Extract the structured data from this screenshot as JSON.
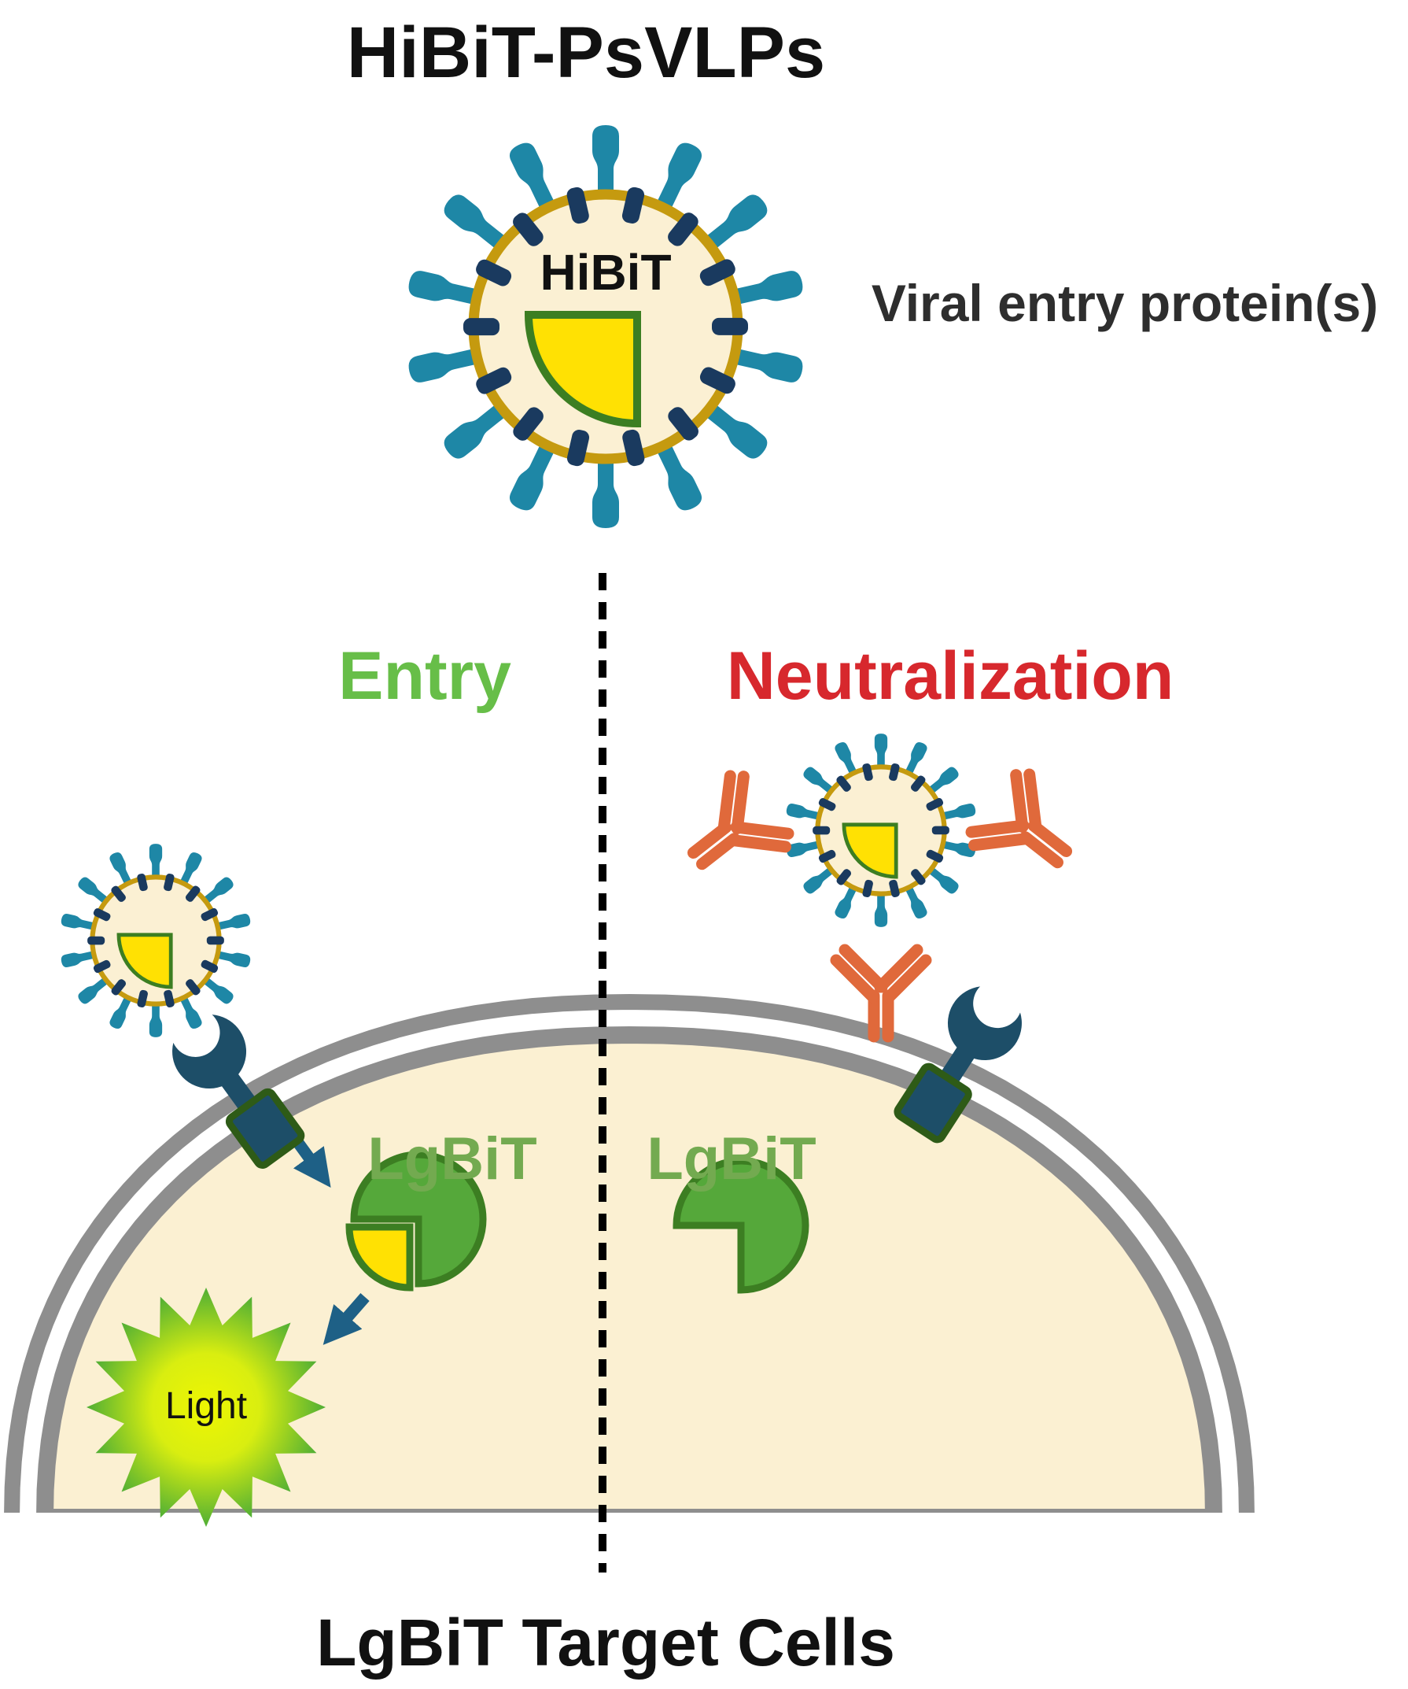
{
  "figure": {
    "title": "HiBiT-PsVLPs",
    "right_annotation": "Viral entry protein(s)",
    "pathways": {
      "entry": "Entry",
      "neutralization": "Neutralization"
    }
  },
  "virus": {
    "tag_label": "HiBiT",
    "spike_count": 14,
    "membrane_tick_count": 14
  },
  "cell": {
    "title": "LgBiT Target Cells",
    "lgbit_left": "LgBiT",
    "lgbit_right": "LgBiT",
    "light_label": "Light"
  },
  "palette": {
    "spike_teal": "#1E87A6",
    "membrane_navy": "#1A3A5F",
    "envelope_gold": "#C59A0F",
    "virus_interior": "#FBF0D3",
    "hibit_yellow": "#FFE103",
    "outline_green": "#3C7E22",
    "pacman_green": "#55A83A",
    "label_green": "#73AA50",
    "entry_green": "#67BE48",
    "neutralization_red": "#D7282D",
    "antibody_orange": "#E0693B",
    "receptor_blue": "#1D4E68",
    "receptor_outline_green": "#2E5B17",
    "cell_fill": "#FBF0D2",
    "membrane_gray": "#8E8E8E",
    "arrow_blue": "#1E6086",
    "light_center": "#EEF602",
    "light_edge": "#4FAE35",
    "text_black": "#111111",
    "text_dark_gray": "#2E2E2E",
    "divider_black": "#000000"
  }
}
